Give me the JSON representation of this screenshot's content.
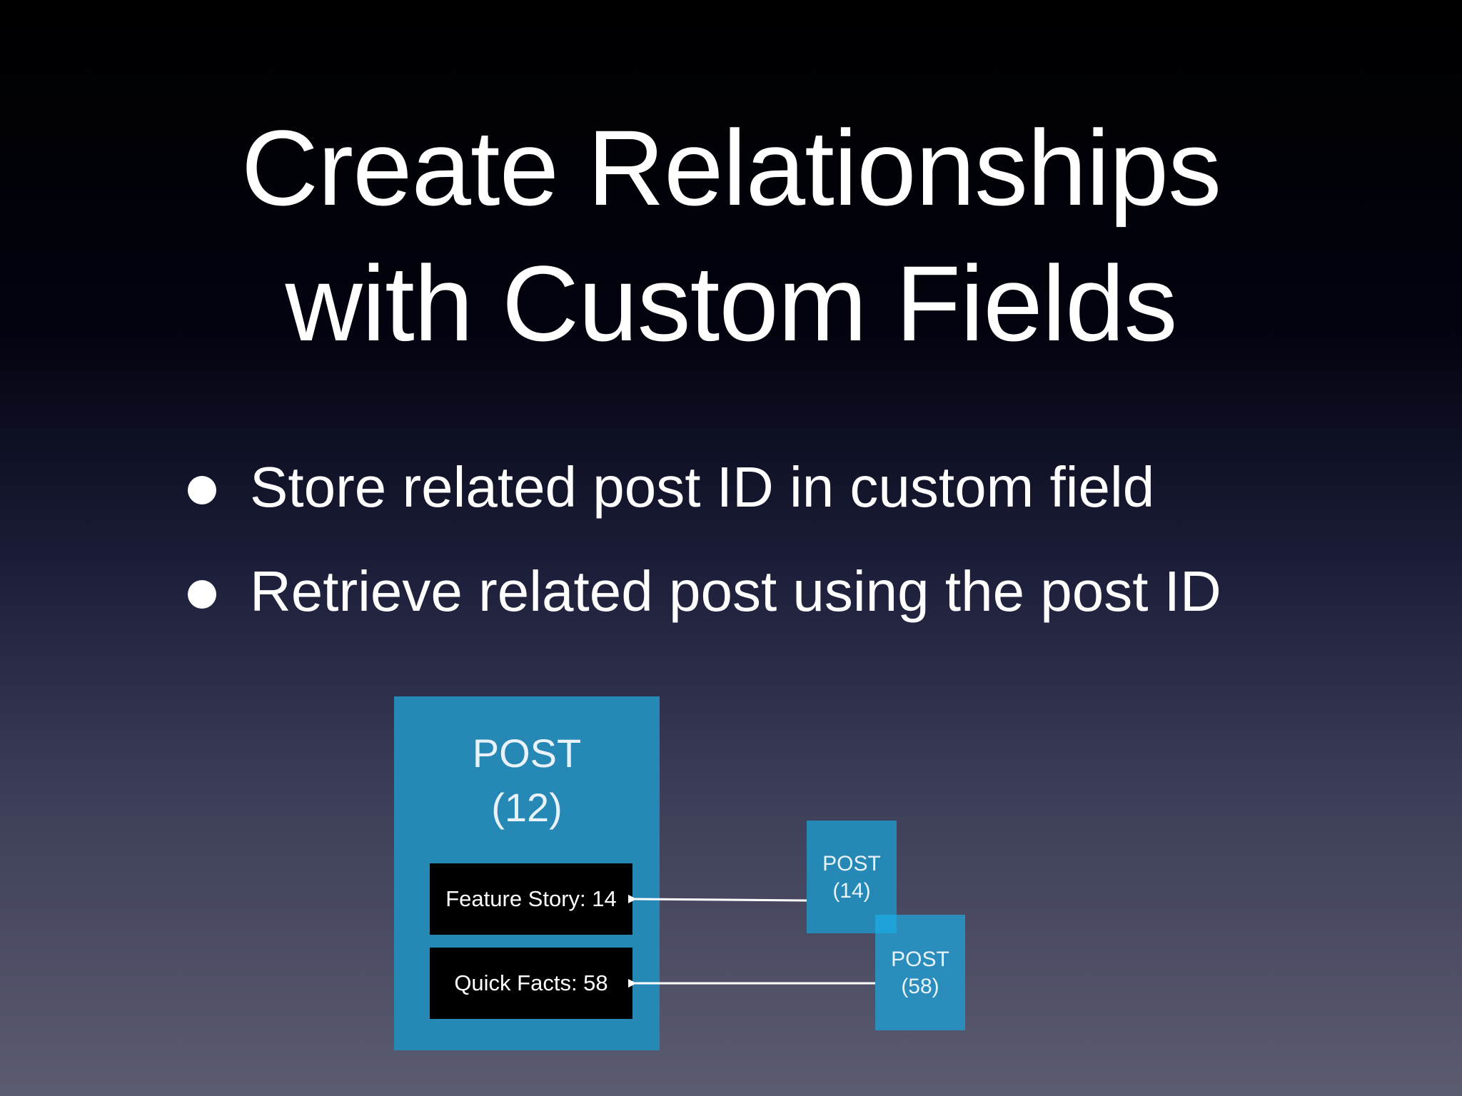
{
  "title": {
    "line1": "Create Relationships",
    "line2": "with Custom Fields"
  },
  "bullets": [
    "Store related post ID in custom field",
    "Retrieve related post using the post ID"
  ],
  "diagram": {
    "main_post": {
      "label": "POST",
      "id": "(12)"
    },
    "fields": {
      "feature": "Feature Story: 14",
      "quick": "Quick Facts: 58"
    },
    "post_14": {
      "label": "POST",
      "id": "(14)"
    },
    "post_58": {
      "label": "POST",
      "id": "(58)"
    },
    "colors": {
      "box": "#2688b5",
      "field_bg": "#000000",
      "arrow": "#ffffff"
    }
  }
}
